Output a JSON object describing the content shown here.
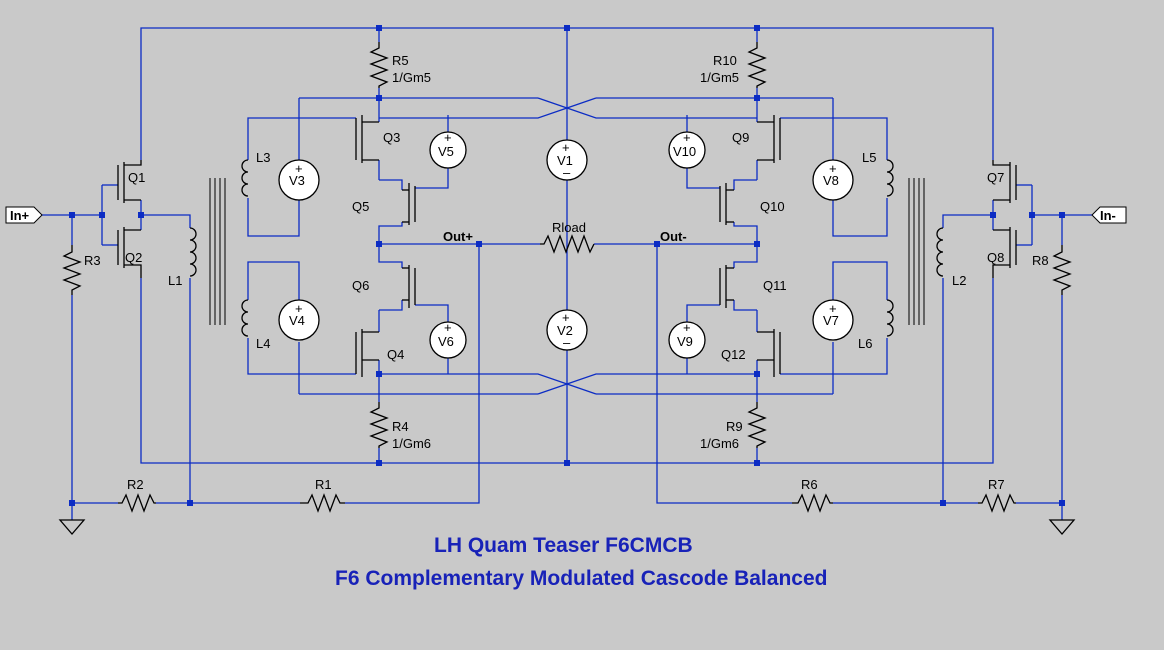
{
  "title_line1": "LH Quam  Teaser F6CMCB",
  "title_line2": "F6 Complementary Modulated Cascode Balanced",
  "ports": {
    "in_plus": "In+",
    "in_minus": "In-"
  },
  "nets": {
    "out_plus": "Out+",
    "out_minus": "Out-"
  },
  "resistors": {
    "R1": "R1",
    "R2": "R2",
    "R3": "R3",
    "R4": "R4",
    "R5": "R5",
    "R6": "R6",
    "R7": "R7",
    "R8": "R8",
    "R9": "R9",
    "R10": "R10",
    "Rload": "Rload"
  },
  "resistor_values": {
    "R5": "1/Gm5",
    "R10": "1/Gm5",
    "R4": "1/Gm6",
    "R9": "1/Gm6"
  },
  "transistors": {
    "Q1": "Q1",
    "Q2": "Q2",
    "Q3": "Q3",
    "Q4": "Q4",
    "Q5": "Q5",
    "Q6": "Q6",
    "Q7": "Q7",
    "Q8": "Q8",
    "Q9": "Q9",
    "Q10": "Q10",
    "Q11": "Q11",
    "Q12": "Q12"
  },
  "sources": {
    "V1": "V1",
    "V2": "V2",
    "V3": "V3",
    "V4": "V4",
    "V5": "V5",
    "V6": "V6",
    "V7": "V7",
    "V8": "V8",
    "V9": "V9",
    "V10": "V10"
  },
  "inductors": {
    "L1": "L1",
    "L2": "L2",
    "L3": "L3",
    "L4": "L4",
    "L5": "L5",
    "L6": "L6"
  },
  "colors": {
    "background": "#c9c9c9",
    "wire": "#0c2cc4",
    "title": "#1822b8",
    "component": "#000000"
  }
}
